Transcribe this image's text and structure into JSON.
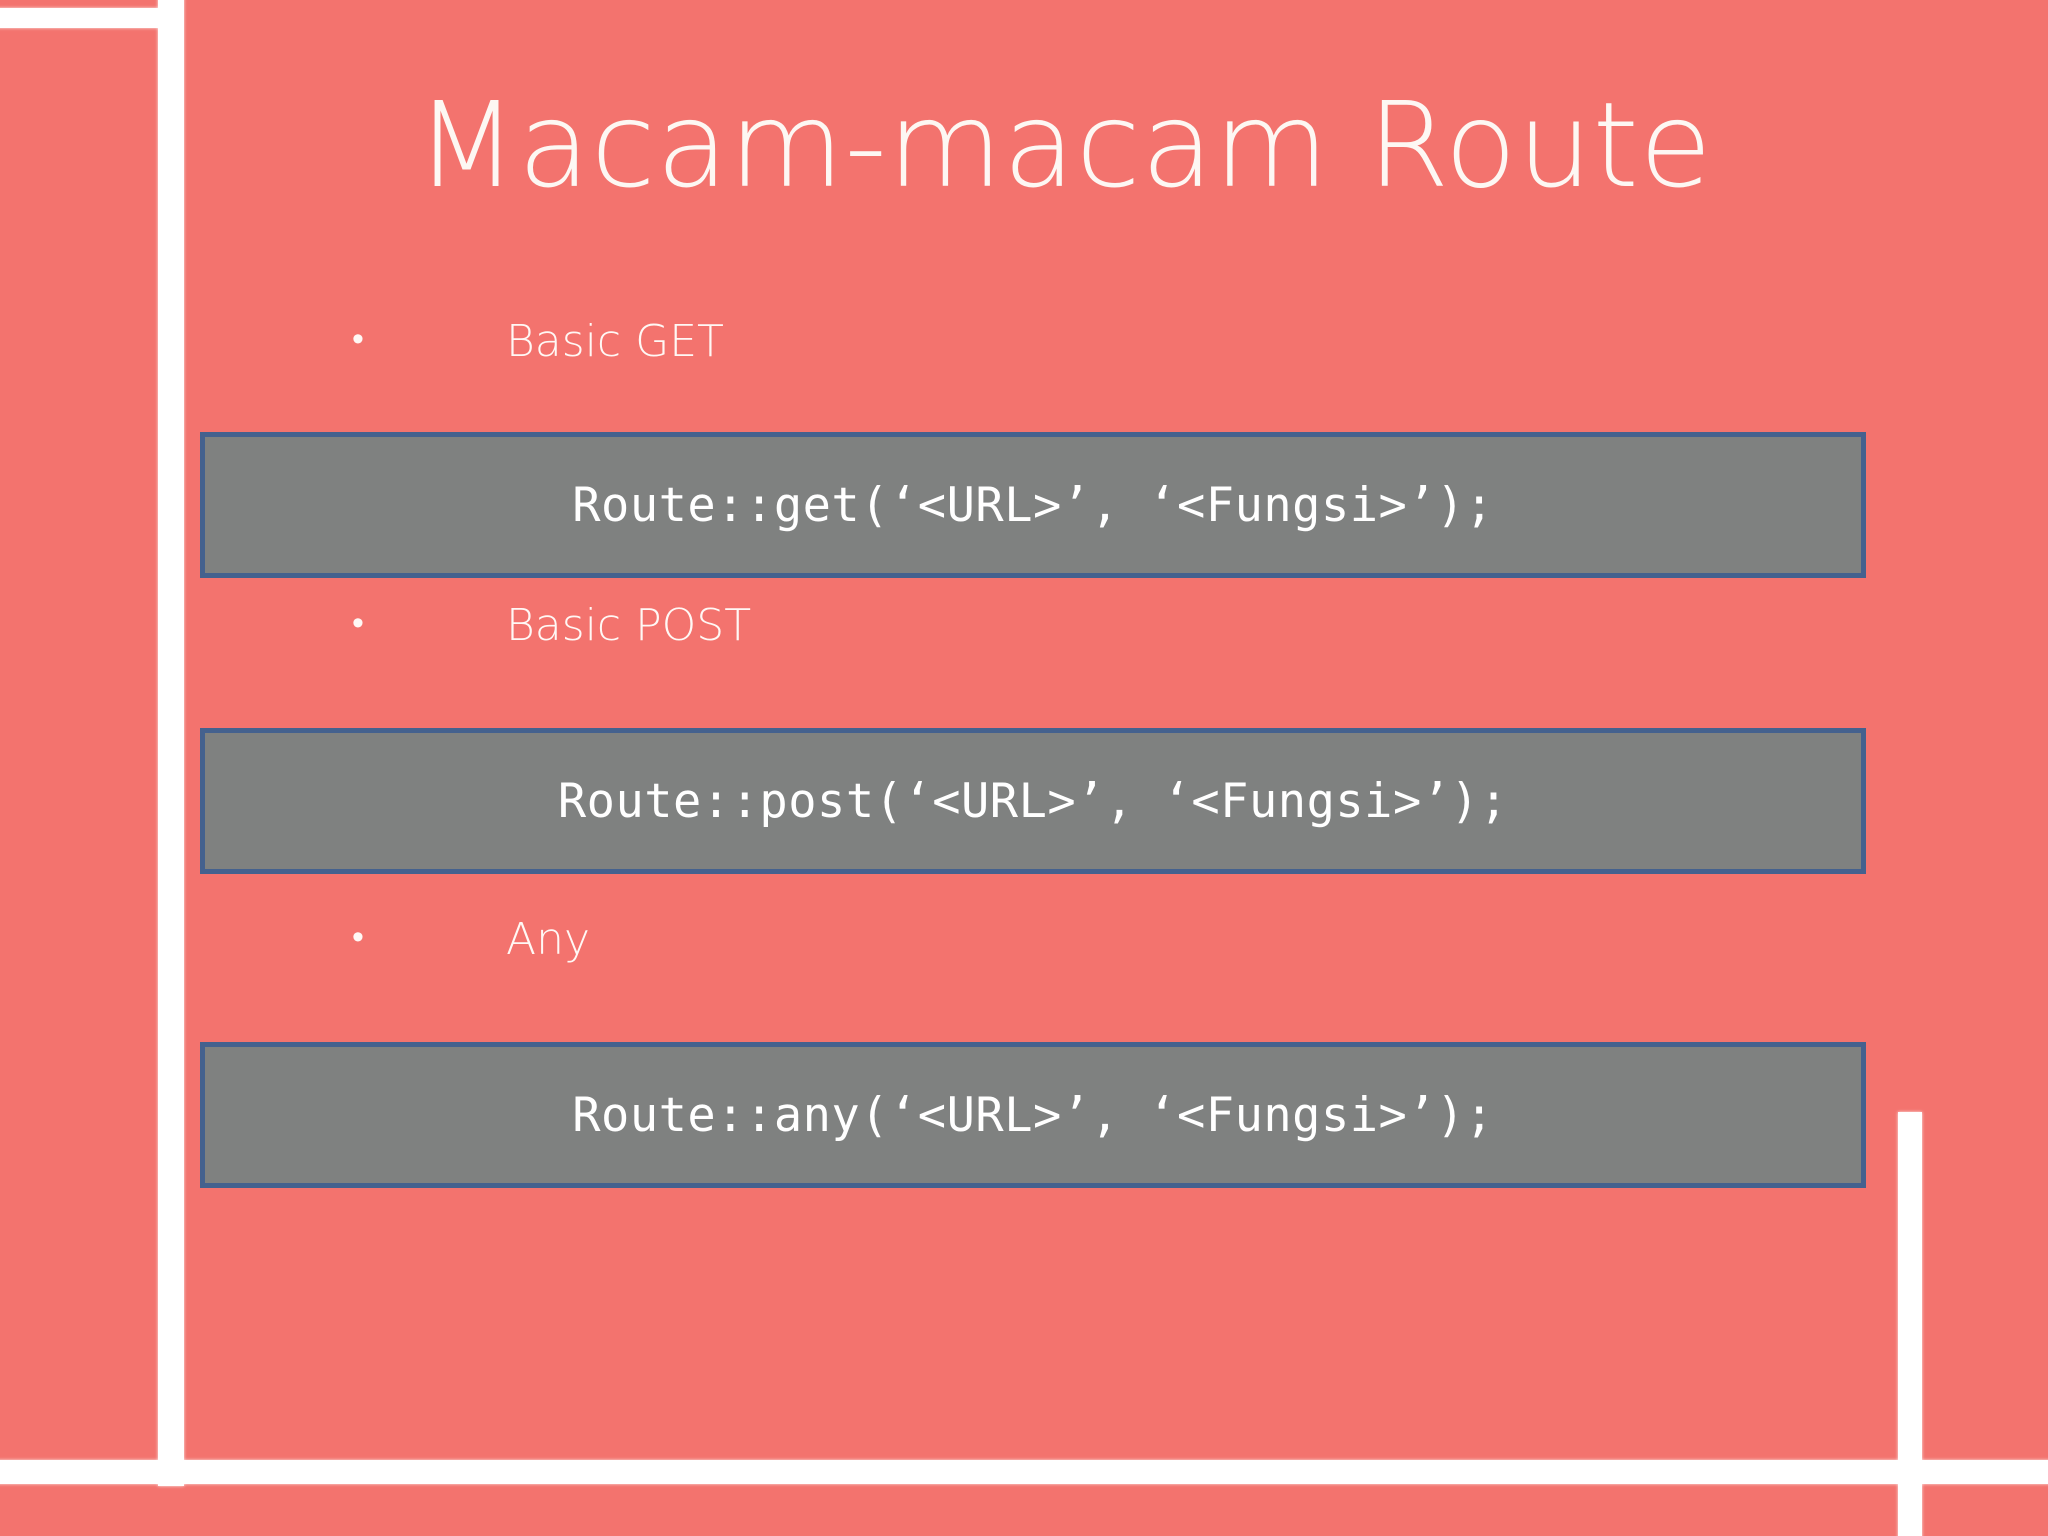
{
  "slide": {
    "title": "Macam-macam Route",
    "background_color": "#F3736E",
    "title_color": "#FDF7F3",
    "frame_color": "#FFFFFF",
    "code_box_fill": "#7F8180",
    "code_box_border": "#44618E",
    "code_text_color": "#FFFFFF",
    "bullet_glyph": "•"
  },
  "sections": [
    {
      "label": "Basic GET",
      "code": "Route::get(‘<URL>’, ‘<Fungsi>’);"
    },
    {
      "label": "Basic POST",
      "code": "Route::post(‘<URL>’, ‘<Fungsi>’);"
    },
    {
      "label": "Any",
      "code": "Route::any(‘<URL>’, ‘<Fungsi>’);"
    }
  ]
}
